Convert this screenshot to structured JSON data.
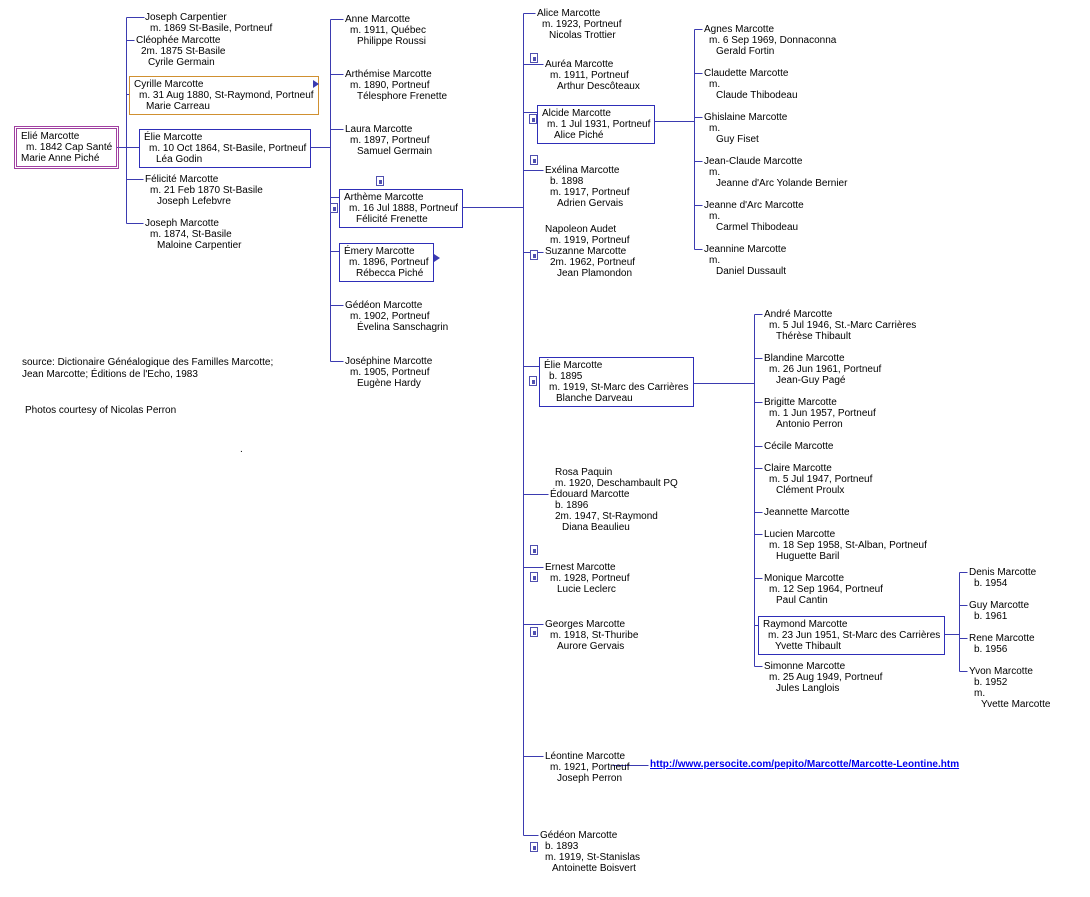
{
  "colors": {
    "line": "#3b3bb0",
    "box_blue": "#2e2eb8",
    "box_purple": "#a040a0",
    "box_orange": "#d09030",
    "link": "#0000ee",
    "text": "#000000"
  },
  "icons": {
    "photo": "photo-icon (small framed photo marker)",
    "continuation_arrow": "right-pointing continuation arrow"
  },
  "persons": {
    "g1_elie": {
      "lines": [
        "Elié Marcotte",
        "m. 1842 Cap Santé",
        "Marie Anne Piché"
      ]
    },
    "g2_joseph_carpentier": {
      "lines": [
        "Joseph Carpentier",
        "m. 1869 St-Basile, Portneuf"
      ]
    },
    "g2_cleophee": {
      "lines": [
        "Cléophée Marcotte",
        "2m. 1875 St-Basile",
        "Cyrile Germain"
      ]
    },
    "g2_cyrille": {
      "lines": [
        "Cyrille Marcotte",
        "m. 31 Aug 1880, St-Raymond, Portneuf",
        "Marie Carreau"
      ]
    },
    "g2_elie": {
      "lines": [
        "Élie Marcotte",
        "m. 10 Oct 1864, St-Basile, Portneuf",
        "Léa Godin"
      ]
    },
    "g2_felicite": {
      "lines": [
        "Félicité Marcotte",
        "m. 21 Feb 1870 St-Basile",
        "Joseph Lefebvre"
      ]
    },
    "g2_joseph": {
      "lines": [
        "Joseph Marcotte",
        "m. 1874, St-Basile",
        "Maloine Carpentier"
      ]
    },
    "g3_anne": {
      "lines": [
        "Anne Marcotte",
        "m. 1911, Québec",
        "Philippe Roussi"
      ]
    },
    "g3_arthemise": {
      "lines": [
        "Arthémise Marcotte",
        "m. 1890, Portneuf",
        "Télesphore Frenette"
      ]
    },
    "g3_laura": {
      "lines": [
        "Laura Marcotte",
        "m. 1897, Portneuf",
        "Samuel Germain"
      ]
    },
    "g3_artheme": {
      "lines": [
        "Arthème Marcotte",
        "m. 16 Jul 1888, Portneuf",
        "Félicité Frenette"
      ]
    },
    "g3_emery": {
      "lines": [
        "Émery Marcotte",
        "m. 1896, Portneuf",
        "Rébecca Piché"
      ]
    },
    "g3_gedeon": {
      "lines": [
        "Gédéon Marcotte",
        "m. 1902, Portneuf",
        "Évelina Sanschagrin"
      ]
    },
    "g3_josephine": {
      "lines": [
        "Joséphine Marcotte",
        "m. 1905, Portneuf",
        "Eugène Hardy"
      ]
    },
    "g4_alice": {
      "lines": [
        "Alice Marcotte",
        "m. 1923, Portneuf",
        "Nicolas Trottier"
      ]
    },
    "g4_aurea": {
      "lines": [
        "Auréa Marcotte",
        "m. 1911, Portneuf",
        "Arthur Descôteaux"
      ]
    },
    "g4_alcide": {
      "lines": [
        "Alcide Marcotte",
        "m. 1 Jul 1931, Portneuf",
        "Alice Piché"
      ]
    },
    "g4_exelina": {
      "lines": [
        "Exélina Marcotte",
        "b. 1898",
        "m. 1917, Portneuf",
        "Adrien Gervais"
      ]
    },
    "g4_suzanne": {
      "lines": [
        "Napoleon Audet",
        "m. 1919, Portneuf",
        "Suzanne Marcotte",
        "2m. 1962, Portneuf",
        "Jean Plamondon"
      ]
    },
    "g4_elie": {
      "lines": [
        "Élie Marcotte",
        "b. 1895",
        "m. 1919, St-Marc des Carrières",
        "Blanche Darveau"
      ]
    },
    "g4_edouard": {
      "lines": [
        "Rosa Paquin",
        "m. 1920, Deschambault PQ",
        "Édouard Marcotte",
        "b. 1896",
        "2m. 1947, St-Raymond",
        "Diana Beaulieu"
      ]
    },
    "g4_ernest": {
      "lines": [
        "Ernest Marcotte",
        "m. 1928, Portneuf",
        "Lucie Leclerc"
      ]
    },
    "g4_georges": {
      "lines": [
        "Georges Marcotte",
        "m. 1918, St-Thuribe",
        "Aurore Gervais"
      ]
    },
    "g4_leontine": {
      "lines": [
        "Léontine Marcotte",
        "m. 1921, Portneuf",
        "Joseph Perron"
      ]
    },
    "g4_gedeon": {
      "lines": [
        "Gédéon Marcotte",
        "b. 1893",
        "m. 1919, St-Stanislas",
        "Antoinette Boisvert"
      ]
    },
    "g5_agnes": {
      "lines": [
        "Agnes Marcotte",
        "m. 6 Sep 1969, Donnaconna",
        "Gerald Fortin"
      ]
    },
    "g5_claudette": {
      "lines": [
        "Claudette Marcotte",
        "m.",
        "Claude Thibodeau"
      ]
    },
    "g5_ghislaine": {
      "lines": [
        "Ghislaine Marcotte",
        "m.",
        "Guy Fiset"
      ]
    },
    "g5_jeanclaude": {
      "lines": [
        "Jean-Claude Marcotte",
        "m.",
        "Jeanne d'Arc Yolande Bernier"
      ]
    },
    "g5_jeannedarc": {
      "lines": [
        "Jeanne d'Arc Marcotte",
        "m.",
        "Carmel Thibodeau"
      ]
    },
    "g5_jeannine": {
      "lines": [
        "Jeannine Marcotte",
        "m.",
        "Daniel Dussault"
      ]
    },
    "g5_andre": {
      "lines": [
        "André Marcotte",
        "m. 5 Jul 1946, St.-Marc Carrières",
        "Thérèse Thibault"
      ]
    },
    "g5_blandine": {
      "lines": [
        "Blandine Marcotte",
        "m. 26 Jun 1961, Portneuf",
        "Jean-Guy Pagé"
      ]
    },
    "g5_brigitte": {
      "lines": [
        "Brigitte Marcotte",
        "m. 1 Jun 1957, Portneuf",
        "Antonio Perron"
      ]
    },
    "g5_cecile": {
      "lines": [
        "Cécile Marcotte"
      ]
    },
    "g5_claire": {
      "lines": [
        "Claire Marcotte",
        "m. 5 Jul 1947, Portneuf",
        "Clément Proulx"
      ]
    },
    "g5_jeannette": {
      "lines": [
        "Jeannette Marcotte"
      ]
    },
    "g5_lucien": {
      "lines": [
        "Lucien Marcotte",
        "m. 18 Sep 1958, St-Alban, Portneuf",
        "Huguette Baril"
      ]
    },
    "g5_monique": {
      "lines": [
        "Monique Marcotte",
        "m. 12 Sep 1964, Portneuf",
        "Paul Cantin"
      ]
    },
    "g5_raymond": {
      "lines": [
        "Raymond Marcotte",
        "m. 23 Jun 1951, St-Marc des Carrières",
        "Yvette Thibault"
      ]
    },
    "g5_simonne": {
      "lines": [
        "Simonne Marcotte",
        "m. 25 Aug 1949, Portneuf",
        "Jules Langlois"
      ]
    },
    "g6_denis": {
      "lines": [
        "Denis Marcotte",
        "b. 1954"
      ]
    },
    "g6_guy": {
      "lines": [
        "Guy Marcotte",
        "b. 1961"
      ]
    },
    "g6_rene": {
      "lines": [
        "Rene Marcotte",
        "b. 1956"
      ]
    },
    "g6_yvon": {
      "lines": [
        "Yvon Marcotte",
        "b. 1952",
        "m.",
        "Yvette Marcotte"
      ]
    }
  },
  "tree": {
    "g1_elie": [
      "g2_joseph_carpentier",
      "g2_cleophee",
      "g2_cyrille",
      "g2_elie",
      "g2_felicite",
      "g2_joseph"
    ],
    "g2_elie": [
      "g3_anne",
      "g3_arthemise",
      "g3_laura",
      "g3_artheme",
      "g3_emery",
      "g3_gedeon",
      "g3_josephine"
    ],
    "g3_artheme": [
      "g4_alice",
      "g4_aurea",
      "g4_alcide",
      "g4_exelina",
      "g4_suzanne",
      "g4_elie",
      "g4_edouard",
      "g4_ernest",
      "g4_georges",
      "g4_leontine",
      "g4_gedeon"
    ],
    "g4_alcide": [
      "g5_agnes",
      "g5_claudette",
      "g5_ghislaine",
      "g5_jeanclaude",
      "g5_jeannedarc",
      "g5_jeannine"
    ],
    "g4_elie": [
      "g5_andre",
      "g5_blandine",
      "g5_brigitte",
      "g5_cecile",
      "g5_claire",
      "g5_jeannette",
      "g5_lucien",
      "g5_monique",
      "g5_raymond",
      "g5_simonne"
    ],
    "g5_raymond": [
      "g6_denis",
      "g6_guy",
      "g6_rene",
      "g6_yvon"
    ]
  },
  "notes": {
    "source_line1": "source: Dictionaire Généalogique des Familles Marcotte;",
    "source_line2": "Jean Marcotte; Éditions de l'Echo, 1983",
    "photos_credit": "Photos courtesy of Nicolas Perron",
    "stray_dot": "."
  },
  "link": {
    "text": "http://www.persocite.com/pepito/Marcotte/Marcotte-Leontine.htm"
  }
}
